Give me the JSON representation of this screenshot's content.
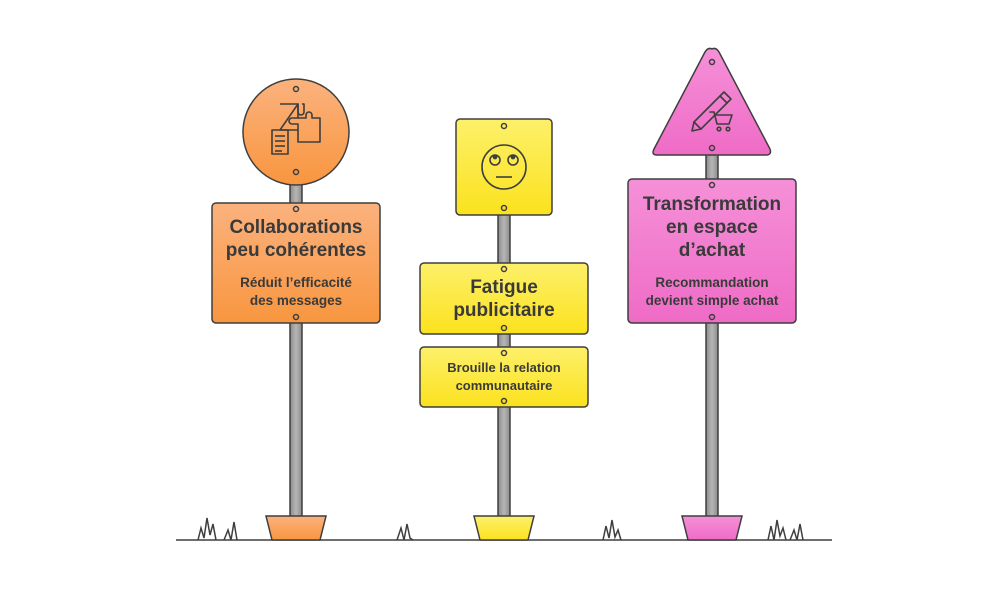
{
  "colors": {
    "orange": "#F9A468",
    "yellow": "#FBEA37",
    "pink": "#F27ECF",
    "pole": "#9A9A9A",
    "outline": "#3E3E3E"
  },
  "signs": [
    {
      "title": "Collaborations\npeu cohérentes",
      "description": "Réduit l’efficacité\ndes messages",
      "icon": "puzzle-document-icon",
      "color": "orange"
    },
    {
      "title": "Fatigue\npublicitaire",
      "description": "Brouille la relation\ncommunautaire",
      "icon": "eye-roll-face-icon",
      "color": "yellow"
    },
    {
      "title": "Transformation\nen espace\nd’achat",
      "description": "Recommandation\ndevient simple achat",
      "icon": "pencil-cart-icon",
      "color": "pink"
    }
  ]
}
